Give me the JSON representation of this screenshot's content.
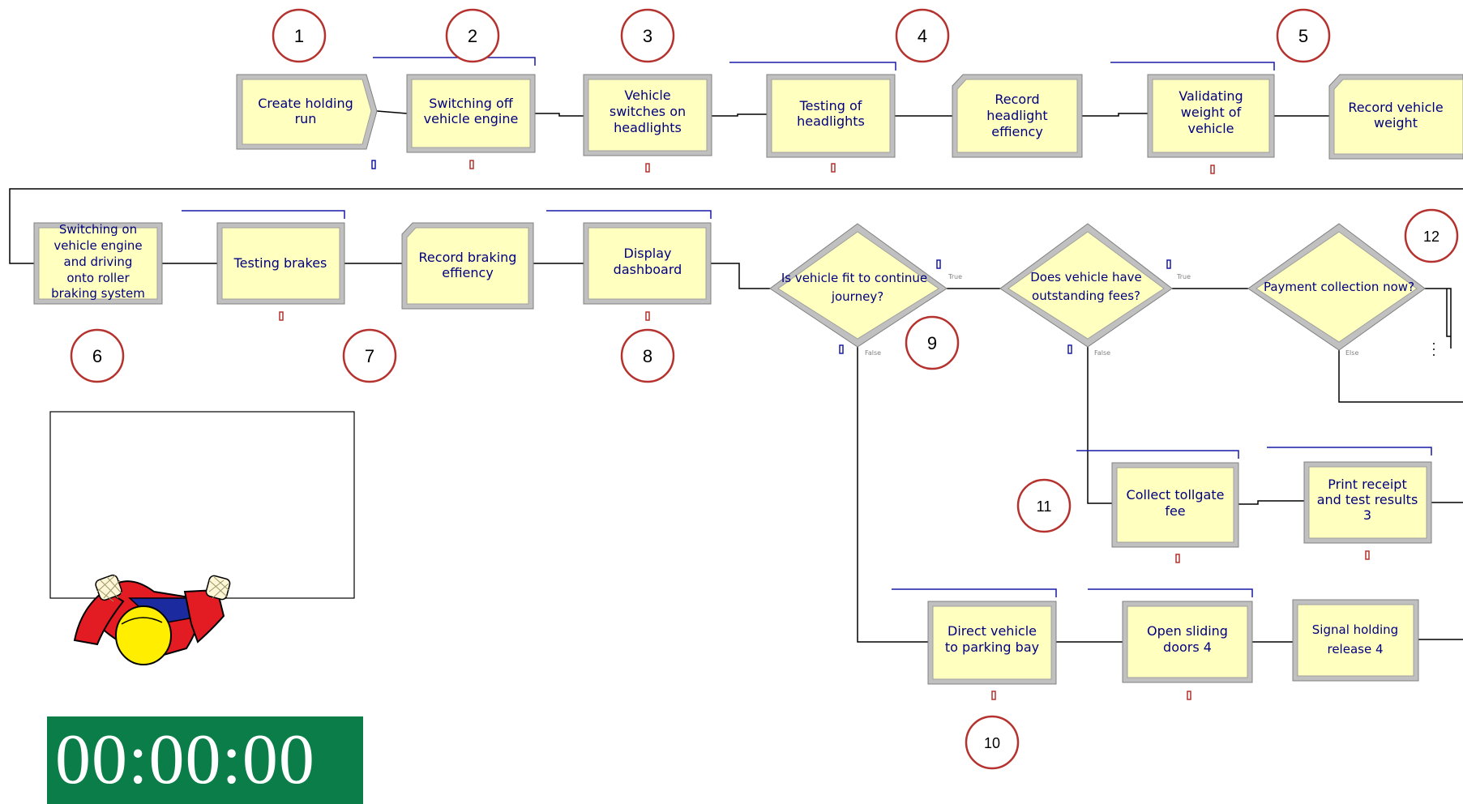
{
  "modules": {
    "create_holding_run": [
      "Create holding",
      "run"
    ],
    "switching_off_engine": [
      "Switching off",
      "vehicle engine"
    ],
    "vehicle_switches_headlights": [
      "Vehicle",
      "switches on",
      "headlights"
    ],
    "testing_headlights": [
      "Testing of",
      "headlights"
    ],
    "record_headlight": [
      "Record",
      "headlight",
      "effiency"
    ],
    "validating_weight": [
      "Validating",
      "weight of",
      "vehicle"
    ],
    "record_vehicle_weight": [
      "Record vehicle",
      "weight"
    ],
    "switching_on_engine": [
      "Switching on",
      "vehicle engine",
      "and driving",
      "onto roller",
      "braking system"
    ],
    "testing_brakes": [
      "Testing brakes"
    ],
    "record_braking": [
      "Record braking",
      "effiency"
    ],
    "display_dashboard": [
      "Display",
      "dashboard"
    ],
    "decide_fit": [
      "Is vehicle fit to continue",
      "journey?"
    ],
    "decide_fees": [
      "Does vehicle have",
      "outstanding fees?"
    ],
    "decide_payment": [
      "Payment collection now?"
    ],
    "collect_tollgate_fee": [
      "Collect tollgate",
      "fee"
    ],
    "print_receipt": [
      "Print receipt",
      "and test results",
      "3"
    ],
    "direct_vehicle": [
      "Direct vehicle",
      "to parking bay"
    ],
    "open_sliding_doors": [
      "Open sliding",
      "doors 4"
    ],
    "signal_holding_release": [
      "Signal holding",
      "release 4"
    ]
  },
  "branch_labels": {
    "true": "True",
    "false": "False",
    "else": "Else"
  },
  "markers": [
    "1",
    "2",
    "3",
    "4",
    "5",
    "6",
    "7",
    "8",
    "9",
    "10",
    "11",
    "12"
  ],
  "clock": "00:00:00",
  "colors": {
    "box_fill": "#ffffc0",
    "box_border": "#a0a0a0",
    "text": "#000080",
    "marker": "#b5322e",
    "clock_bg": "#0b7d48"
  },
  "icons": {
    "operator": "operator-figure-icon"
  }
}
